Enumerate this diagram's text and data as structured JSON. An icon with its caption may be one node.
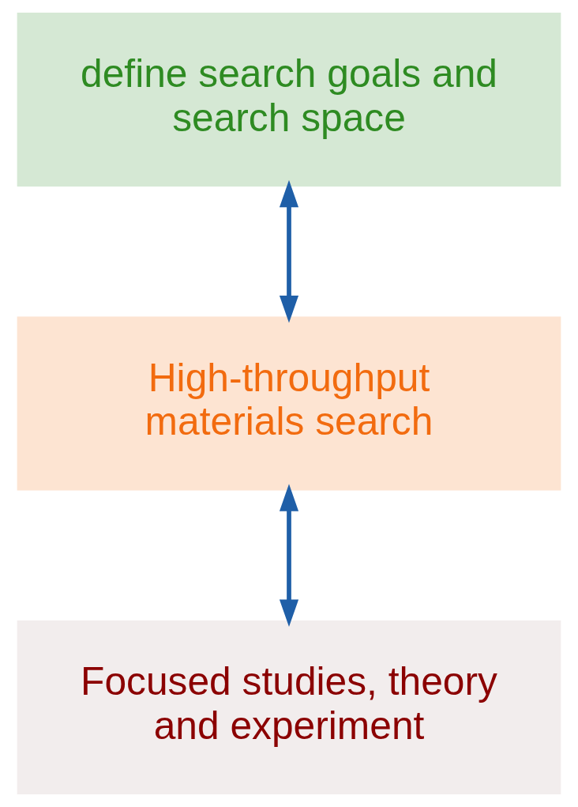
{
  "diagram": {
    "nodes": [
      {
        "text": [
          "define search goals and search space"
        ]
      },
      {
        "text": [
          "High-throughput materials search"
        ]
      },
      {
        "text": [
          "Focused studies, theory and experiment"
        ]
      }
    ],
    "edges": [
      {
        "from": 0,
        "to": 1,
        "arrow": "both",
        "color": "#1f5fa8"
      },
      {
        "from": 1,
        "to": 2,
        "arrow": "both",
        "color": "#1f5fa8"
      }
    ]
  }
}
